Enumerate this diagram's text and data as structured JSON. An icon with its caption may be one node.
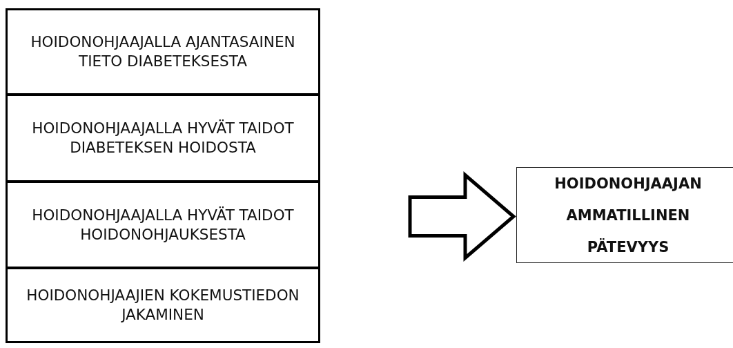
{
  "diagram": {
    "nodes": [
      {
        "text": [
          "HOIDONOHJAAJALLA AJANTASAINEN TIETO DIABETEKSESTA"
        ]
      },
      {
        "text": [
          "HOIDONOHJAAJALLA HYVÄT TAIDOT DIABETEKSEN HOIDOSTA"
        ]
      },
      {
        "text": [
          "HOIDONOHJAAJALLA HYVÄT TAIDOT HOIDONOHJAUKSESTA"
        ]
      },
      {
        "text": [
          "HOIDONOHJAAJIEN KOKEMUSTIEDON JAKAMINEN"
        ]
      },
      {
        "text": [
          "HOIDONOHJAAJAN AMMATILLINEN PÄTEVYYS"
        ]
      }
    ],
    "edges": [
      {
        "from": null,
        "to": 4,
        "arrow": "to"
      }
    ]
  }
}
